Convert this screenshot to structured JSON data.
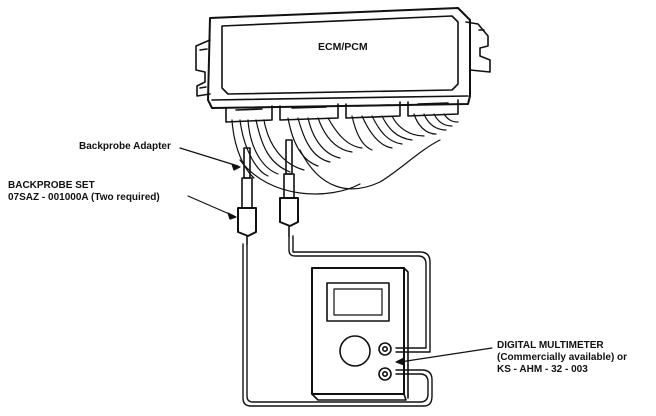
{
  "labels": {
    "ecm_title": "ECM/PCM",
    "backprobe_adapter": "Backprobe Adapter",
    "backprobe_set": {
      "line1": "BACKPROBE SET",
      "line2": "07SAZ - 001000A (Two required)"
    },
    "multimeter": {
      "line1": "DIGITAL MULTIMETER",
      "line2": "(Commercially available) or",
      "line3": "KS - AHM - 32 - 003"
    }
  },
  "colors": {
    "ink": "#111111",
    "background": "#ffffff"
  }
}
